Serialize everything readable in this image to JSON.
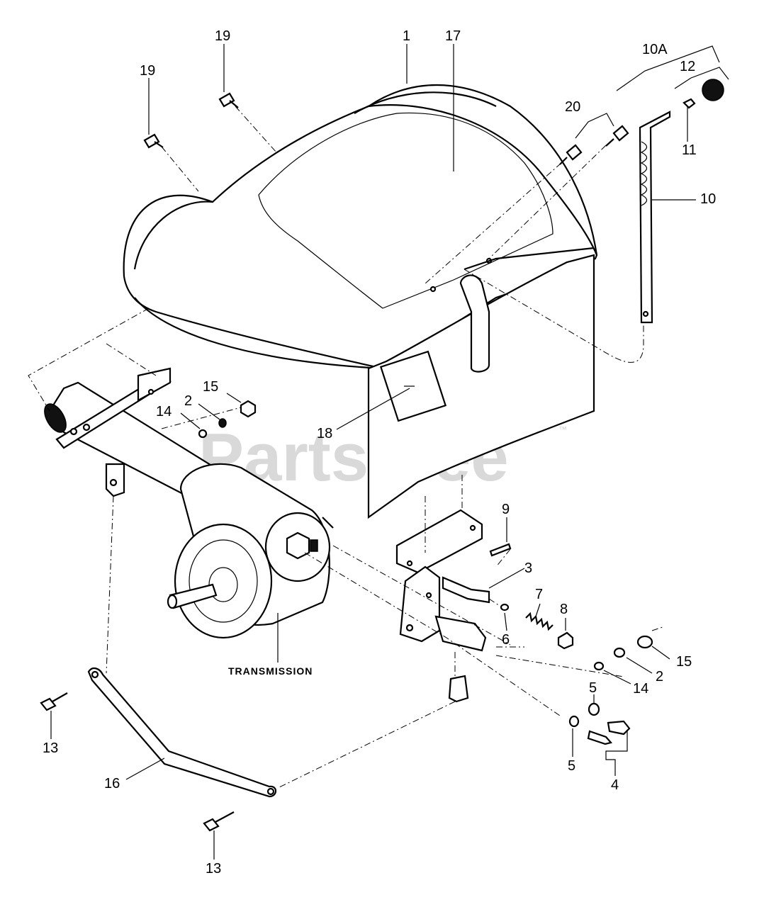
{
  "watermark": {
    "text": "PartsTree",
    "trademark": "™"
  },
  "transmission_label": "TRANSMISSION",
  "callouts": {
    "c1": "1",
    "c17": "17",
    "c19a": "19",
    "c19b": "19",
    "c20": "20",
    "c10A": "10A",
    "c12": "12",
    "c11": "11",
    "c10": "10",
    "c15a": "15",
    "c2a": "2",
    "c14a": "14",
    "c18": "18",
    "c9": "9",
    "c3": "3",
    "c7": "7",
    "c8": "8",
    "c6": "6",
    "c15b": "15",
    "c2b": "2",
    "c14b": "14",
    "c5a": "5",
    "c5b": "5",
    "c4": "4",
    "c13a": "13",
    "c13b": "13",
    "c16": "16"
  }
}
